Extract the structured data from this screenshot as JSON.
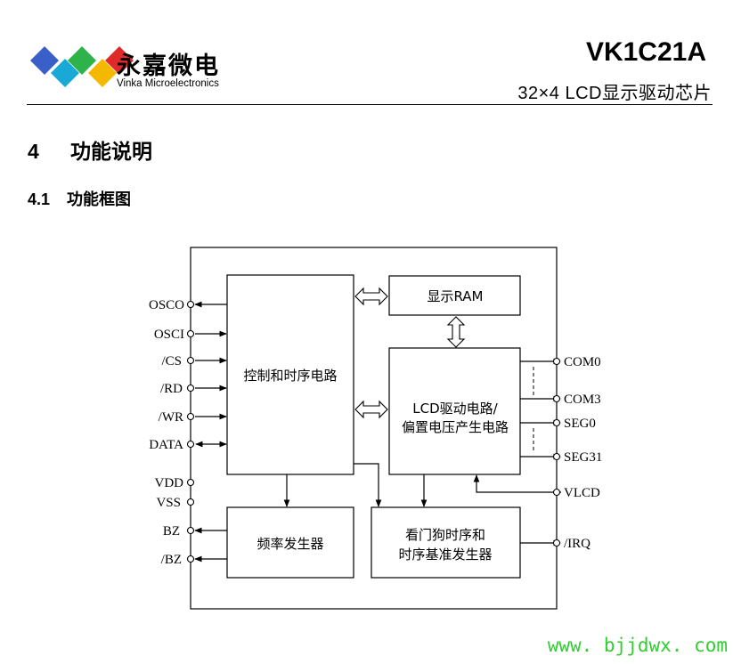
{
  "header": {
    "logo_cn": "永嘉微电",
    "logo_en": "Vinka Microelectronics",
    "part_number": "VK1C21A",
    "subtitle": "32×4  LCD显示驱动芯片"
  },
  "section": {
    "number": "4",
    "title": "功能说明"
  },
  "subsection": {
    "number": "4.1",
    "title": "功能框图"
  },
  "diagram": {
    "blocks": {
      "control": "控制和时序电路",
      "ram": "显示RAM",
      "lcd_line1": "LCD驱动电路/",
      "lcd_line2": "偏置电压产生电路",
      "freq": "频率发生器",
      "wdt_line1": "看门狗时序和",
      "wdt_line2": "时序基准发生器"
    },
    "left_pins": [
      "OSCO",
      "OSCI",
      "/CS",
      "/RD",
      "/WR",
      "DATA",
      "VDD",
      "VSS",
      "BZ",
      "/BZ"
    ],
    "right_pins": [
      "COM0",
      "COM3",
      "SEG0",
      "SEG31",
      "VLCD",
      "/IRQ"
    ]
  },
  "watermark": "www. bjjdwx. com",
  "colors": {
    "logo_blue": "#3a5fc8",
    "logo_green": "#2db34a",
    "logo_red": "#e02a2a",
    "logo_yellow": "#f5b800",
    "logo_cyan": "#1aa9d6",
    "watermark": "#33cc33"
  }
}
